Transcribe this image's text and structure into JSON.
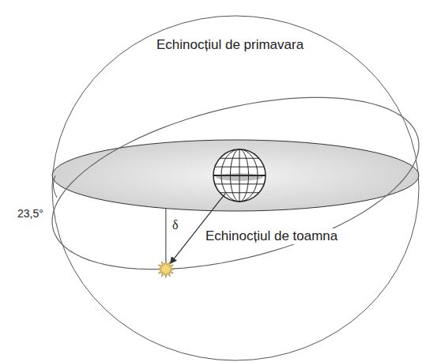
{
  "diagram": {
    "labels": [
      "Echinocțiul de primavara",
      "Echinocțiul de toamna",
      "23,5°",
      "δ"
    ]
  }
}
